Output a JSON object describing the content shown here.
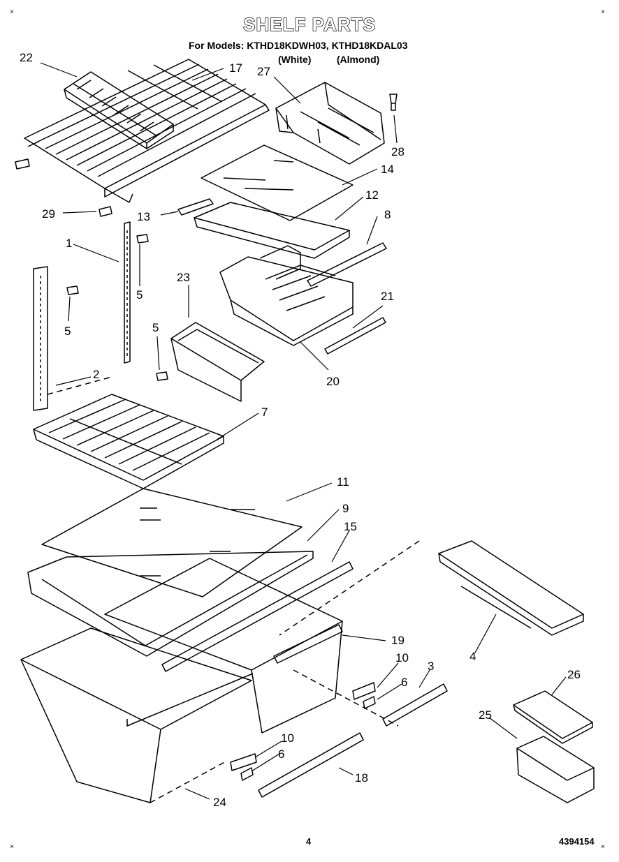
{
  "header": {
    "title": "SHELF PARTS",
    "models_line": "For Models: KTHD18KDWH03, KTHD18KDAL03",
    "variant_white": "(White)",
    "variant_almond": "(Almond)"
  },
  "footer": {
    "page_number": "4",
    "doc_number": "4394154"
  },
  "corner_marks": [
    "×",
    "×",
    "×",
    "×"
  ],
  "callouts": [
    "22",
    "17",
    "27",
    "28",
    "14",
    "29",
    "13",
    "12",
    "8",
    "1",
    "5",
    "23",
    "21",
    "5",
    "5",
    "20",
    "2",
    "7",
    "11",
    "9",
    "15",
    "19",
    "10",
    "3",
    "6",
    "4",
    "26",
    "25",
    "10",
    "6",
    "18",
    "24"
  ]
}
